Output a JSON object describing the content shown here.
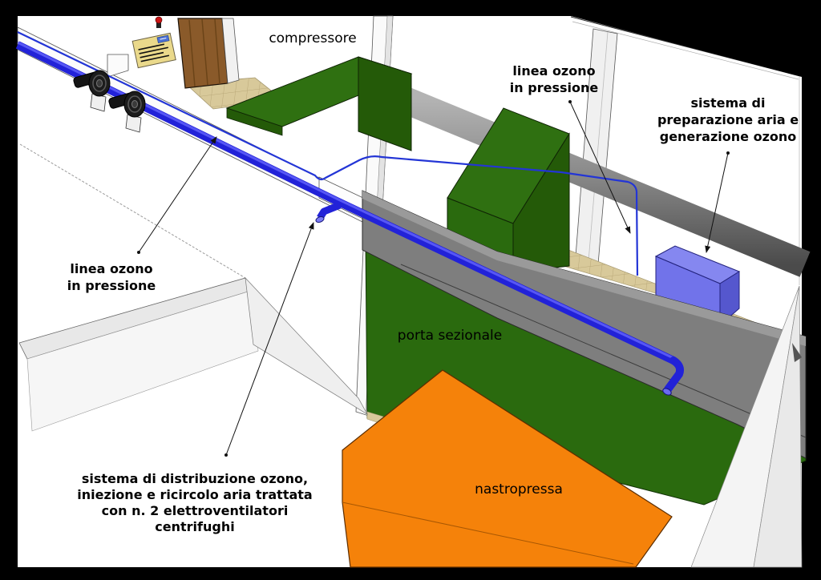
{
  "diagram": {
    "type": "3d-plant-diagram",
    "object_labels": {
      "compressore": "compressore",
      "porta_sezionale": "porta sezionale",
      "nastropressa": "nastropressa"
    },
    "annotations": {
      "linea_ozono_left": [
        "linea ozono",
        "in pressione"
      ],
      "linea_ozono_right": [
        "linea ozono",
        "in pressione"
      ],
      "sistema_preparazione": [
        "sistema di",
        "preparazione aria e",
        "generazione ozono"
      ],
      "sistema_distribuzione": [
        "sistema di distribuzione ozono,",
        "iniezione e ricircolo aria trattata",
        "con n. 2 elettroventilatori",
        "centrifughi"
      ]
    },
    "colors": {
      "background_frame": "#000000",
      "scene": "#ffffff",
      "ozone_pipe_blue": "#2222d8",
      "machine_green": "#2f7011",
      "machine_green_dark": "#245a08",
      "belt_press_orange": "#f5820a",
      "duct_gray": "#7e7e7e",
      "generator_blue": "#7173ea",
      "floor_tile": "#d8c99a",
      "door_brown": "#8a5a2a"
    }
  }
}
